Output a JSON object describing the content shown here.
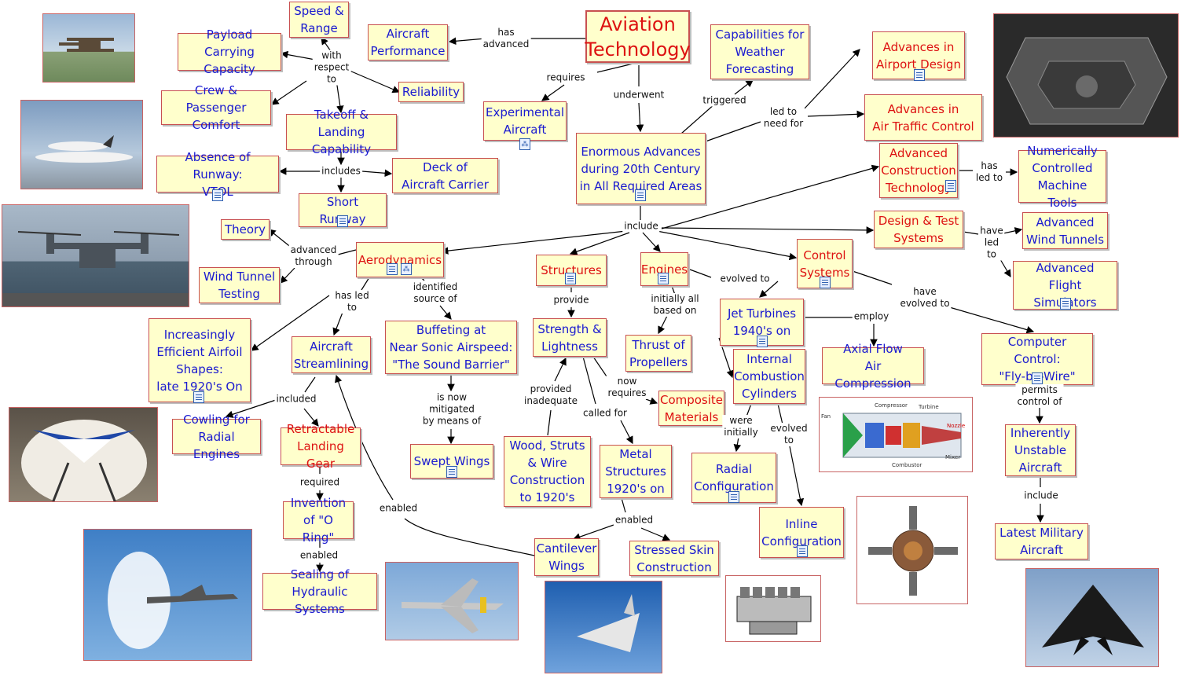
{
  "root": "Aviation\nTechnology",
  "nodes": {
    "speed_range": "Speed &\nRange",
    "aircraft_performance": "Aircraft\nPerformance",
    "payload": "Payload Carrying\nCapacity",
    "reliability": "Reliability",
    "crew_comfort": "Crew & Passenger\nComfort",
    "takeoff_landing": "Takeoff &\nLanding Capability",
    "vtol": "Absence of Runway:\nVTOL",
    "deck_carrier": "Deck of\nAircraft Carrier",
    "short_runway": "Short Runway",
    "experimental": "Experimental\nAircraft",
    "weather": "Capabilities for\nWeather\nForecasting",
    "airport_design": "Advances in\nAirport Design",
    "air_traffic": "Advances in\nAir Traffic Control",
    "enormous": "Enormous Advances\nduring 20th Century\nin All Required Areas",
    "adv_construction": "Advanced\nConstruction\nTechnology",
    "nc_tools": "Numerically\nControlled\nMachine Tools",
    "design_test": "Design & Test\nSystems",
    "wind_tunnels": "Advanced\nWind Tunnels",
    "flight_sim": "Advanced\nFlight Simulators",
    "theory": "Theory",
    "aerodynamics": "Aerodynamics",
    "wind_tunnel_testing": "Wind Tunnel\nTesting",
    "structures": "Structures",
    "engines": "Engines",
    "control_systems": "Control\nSystems",
    "airfoil": "Increasingly\nEfficient Airfoil\nShapes:\nlate 1920's On",
    "streamlining": "Aircraft\nStreamlining",
    "buffeting": "Buffeting at\nNear Sonic Airspeed:\n\"The Sound Barrier\"",
    "strength": "Strength &\nLightness",
    "thrust": "Thrust of\nPropellers",
    "jet_turbines": "Jet Turbines\n1940's on",
    "axial_flow": "Axial Flow\nAir Compression",
    "fly_by_wire": "Computer Control:\n\"Fly-by-Wire\"",
    "internal_combustion": "Internal\nCombustion\nCylinders",
    "composite": "Composite\nMaterials",
    "cowling": "Cowling for\nRadial Engines",
    "retractable": "Retractable\nLanding Gear",
    "swept_wings": "Swept Wings",
    "wood_struts": "Wood, Struts\n& Wire\nConstruction\nto 1920's",
    "metal_structures": "Metal\nStructures\n1920's on",
    "radial_config": "Radial\nConfiguration",
    "inherently_unstable": "Inherently\nUnstable\nAircraft",
    "o_ring": "Invention\nof \"O Ring\"",
    "inline_config": "Inline\nConfiguration",
    "latest_military": "Latest Military\nAircraft",
    "cantilever": "Cantilever\nWings",
    "stressed_skin": "Stressed Skin\nConstruction",
    "hydraulic": "Sealing of\nHydraulic Systems"
  },
  "labels": {
    "has_advanced": "has\nadvanced",
    "with_respect_to": "with\nrespect\nto",
    "requires": "requires",
    "underwent": "underwent",
    "triggered": "triggered",
    "led_to_need_for": "led to\nneed for",
    "includes": "includes",
    "has_led_to_1": "has\nled to",
    "include": "include",
    "have_led_to": "have\nled\nto",
    "advanced_through": "advanced\nthrough",
    "has_led_to_2": "has led\nto",
    "identified_source_of": "identified\nsource of",
    "provide": "provide",
    "initially_all_based_on": "initially all\nbased on",
    "evolved_to_1": "evolved to",
    "have_evolved_to": "have\nevolved to",
    "employ": "employ",
    "now_requires": "now\nrequires",
    "provided_inadequate": "provided\ninadequate",
    "called_for": "called for",
    "is_now_mitigated": "is now\nmitigated\nby means of",
    "included": "included",
    "were_initially": "were\ninitially",
    "evolved_to_2": "evolved\nto",
    "permits_control_of": "permits\ncontrol of",
    "required": "required",
    "enabled_1": "enabled",
    "enabled_2": "enabled",
    "include_2": "include",
    "enabled_3": "enabled"
  },
  "photos": {
    "biplane": "biplane photo",
    "shuttle": "shuttle carrier photo",
    "osprey": "tiltrotor photo",
    "tower": "control tower photo",
    "wind_tunnel_model": "wind tunnel model photo",
    "sonic_boom": "sonic boom jet photo",
    "sabre": "jet fighter photo",
    "delta": "delta wing photo",
    "inline_engine": "inline engine drawing",
    "radial_engine": "radial engine photo",
    "turbofan": "turbofan diagram",
    "stealth": "stealth fighter photo"
  },
  "turbofan_labels": [
    "Fan",
    "Compressor",
    "Turbine",
    "Nozzle",
    "Combustor",
    "Mixer"
  ],
  "colors": {
    "node_fill": "#ffffcc",
    "node_border": "#c85050",
    "text_blue": "#1a1ad0",
    "text_red": "#dd1111"
  }
}
